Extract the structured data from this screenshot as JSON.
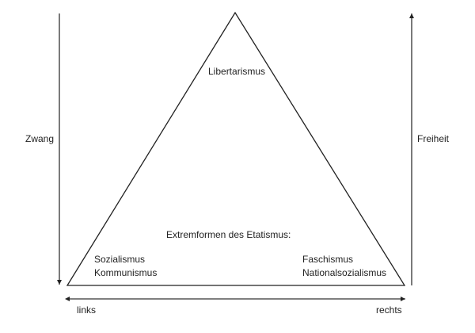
{
  "axes": {
    "left_label": "Zwang",
    "right_label": "Freiheit",
    "bottom_left_label": "links",
    "bottom_right_label": "rechts"
  },
  "triangle": {
    "apex_label": "Libertarismus",
    "center_label": "Extremformen des Etatismus:",
    "left_corner": [
      "Sozialismus",
      "Kommunismus"
    ],
    "right_corner": [
      "Faschismus",
      "Nationalsozialismus"
    ]
  }
}
